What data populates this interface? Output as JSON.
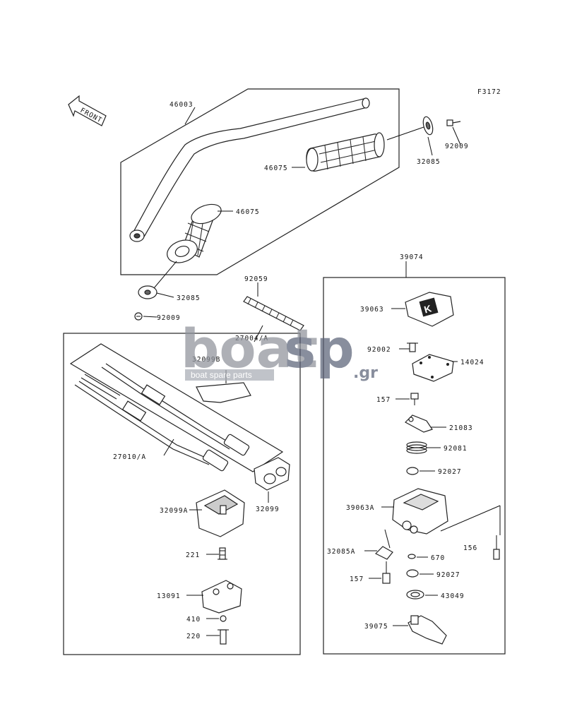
{
  "figure_code": "F3172",
  "front_label": "FRONT",
  "watermark": {
    "brand_a": "boat",
    "brand_b": "sp",
    "tld": ".gr",
    "tagline": "boat spare parts"
  },
  "parts": {
    "p46003": "46003",
    "p46075_right": "46075",
    "p46075_left": "46075",
    "p32085_right": "32085",
    "p92009_right": "92009",
    "p32085_left": "32085",
    "p92009_left": "92009",
    "p92059": "92059",
    "p27004a": "27004/A",
    "p32099b": "32099B",
    "p27010a": "27010/A",
    "p32099": "32099",
    "p32099a": "32099A",
    "p221": "221",
    "p13091": "13091",
    "p410": "410",
    "p220": "220",
    "p39074": "39074",
    "p39063": "39063",
    "p92002": "92002",
    "p14024": "14024",
    "p157_top": "157",
    "p21083": "21083",
    "p92081": "92081",
    "p92027_top": "92027",
    "p39063a": "39063A",
    "p156": "156",
    "p32085a": "32085A",
    "p670": "670",
    "p157_bottom": "157",
    "p92027_bottom": "92027",
    "p43049": "43049",
    "p39075": "39075"
  }
}
